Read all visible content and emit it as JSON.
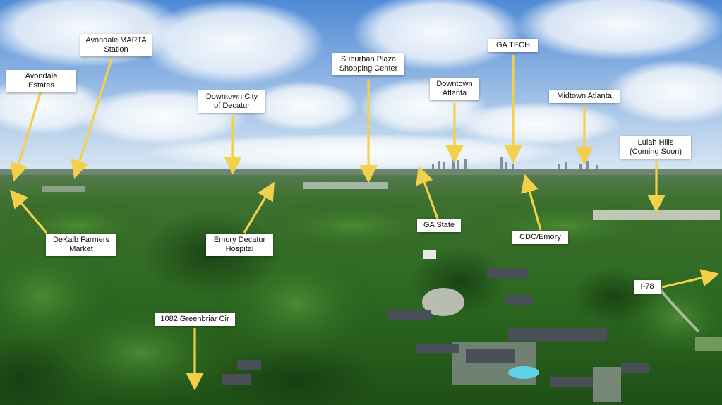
{
  "labels": {
    "avondale_estates": "Avondale Estates",
    "avondale_marta": "Avondale MARTA\nStation",
    "downtown_decatur": "Downtown City\nof Decatur",
    "suburban_plaza": "Suburban Plaza\nShopping Center",
    "downtown_atlanta": "Downtown\nAtlanta",
    "ga_tech": "GA TECH",
    "midtown_atlanta": "Midtown Atlanta",
    "lulah_hills": "Lulah Hills\n(Coming Soon)",
    "dekalb_farmers_market": "DeKalb Farmers\nMarket",
    "emory_decatur_hospital": "Emory Decatur\nHospital",
    "ga_state": "GA State",
    "cdc_emory": "CDC/Emory",
    "i78": "I-78",
    "greenbriar": "1082 Greenbriar Cir"
  },
  "colors": {
    "arrow": "#f2d04a",
    "label_bg": "#ffffff",
    "sky_top": "#5c93d8",
    "sky_horizon": "#dbe8f3",
    "forest": "#2f6b22",
    "forest_dark": "#1d4a17",
    "pool": "#5fd2e6",
    "roof": "#4a4f57"
  }
}
